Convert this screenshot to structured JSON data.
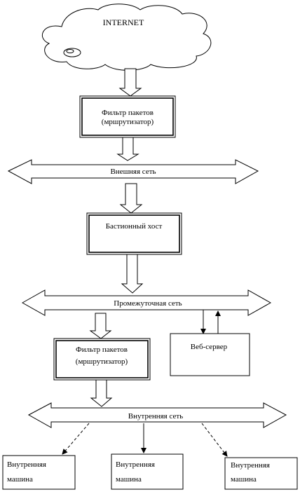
{
  "internet": {
    "label": "INTERNET"
  },
  "filter_top": {
    "line1": "Фильтр пакетов",
    "line2": "(мршрутизатор)"
  },
  "external_net": {
    "label": "Внешняя сеть"
  },
  "bastion": {
    "label": "Бастионный хост"
  },
  "intermediate_net": {
    "label": "Промежуточная сеть"
  },
  "web_server": {
    "label": "Веб-сервер"
  },
  "filter_bottom": {
    "line1": "Фильтр пакетов",
    "line2": "(мршрутизатор)"
  },
  "internal_net": {
    "label": "Внутренняя сеть"
  },
  "machines": [
    {
      "line1": "Внутренняя",
      "line2": "машина"
    },
    {
      "line1": "Внутренняя",
      "line2": "машина"
    },
    {
      "line1": "Внутренняя",
      "line2": "машина"
    }
  ],
  "colors": {
    "stroke": "#000000",
    "background": "#ffffff"
  }
}
